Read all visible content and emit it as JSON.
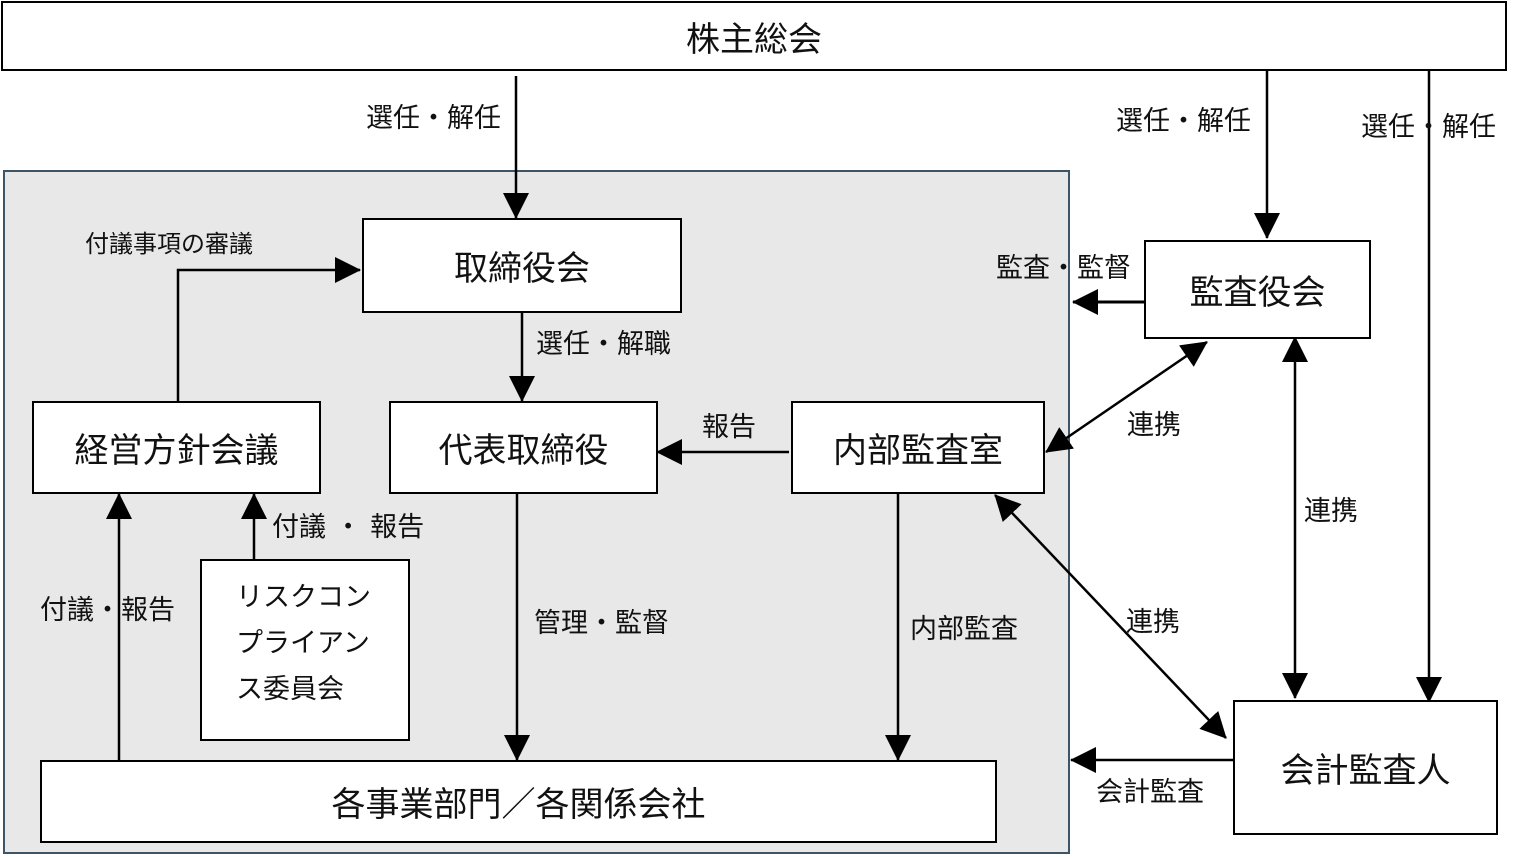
{
  "nodes": {
    "shareholders": "株主総会",
    "board": "取締役会",
    "audit_board": "監査役会",
    "management_council": "経営方針会議",
    "representative_director": "代表取締役",
    "internal_audit_office": "内部監査室",
    "risk_committee_lines": [
      "リスクコン",
      "プライアン",
      "ス委員会"
    ],
    "divisions": "各事業部門／各関係会社",
    "accounting_auditor": "会計監査人"
  },
  "edges": {
    "elect_board": "選任・解任",
    "elect_audit_board": "選任・解任",
    "elect_accounting_auditor": "選任・解任",
    "council_to_board": "付議事項の審議",
    "audit_supervision": "監査・監督",
    "board_to_rep": "選任・解職",
    "internal_report": "報告",
    "coop_audit_internal": "連携",
    "coop_audit_accounting": "連携",
    "coop_internal_accounting": "連携",
    "committee_to_council": "付議 ・ 報告",
    "divisions_to_council": "付議・報告",
    "management_supervision": "管理・監督",
    "internal_audit": "内部監査",
    "accounting_audit": "会計監査"
  }
}
